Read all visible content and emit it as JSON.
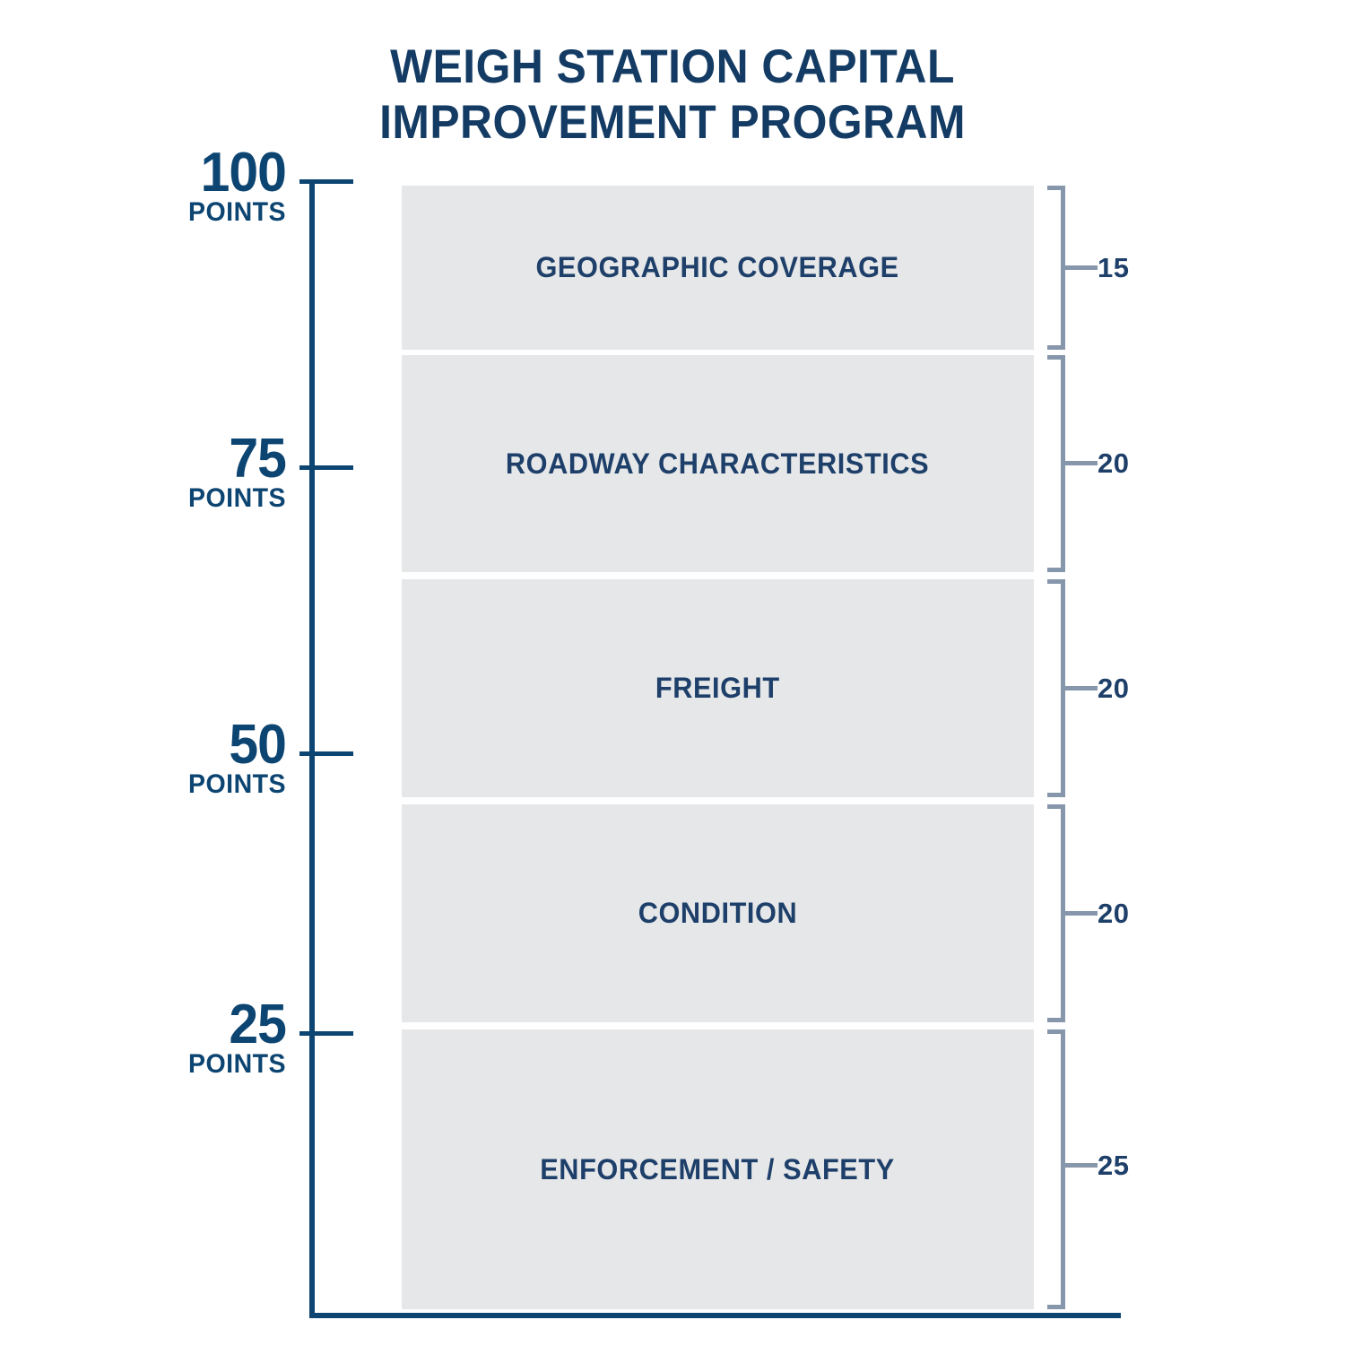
{
  "chart_data": {
    "type": "bar",
    "title": "Weigh Station Capital Improvement Program",
    "title_lines": [
      "WEIGH STATION CAPITAL",
      "IMPROVEMENT PROGRAM"
    ],
    "orientation": "vertical-stacked",
    "categories": [
      "GEOGRAPHIC COVERAGE",
      "ROADWAY CHARACTERISTICS",
      "FREIGHT",
      "CONDITION",
      "ENFORCEMENT / SAFETY"
    ],
    "values": [
      15,
      20,
      20,
      20,
      25
    ],
    "value_labels": [
      "15",
      "20",
      "20",
      "20",
      "25"
    ],
    "total": 100,
    "units": "points",
    "xlabel": "",
    "ylabel": "Points",
    "ylim": [
      0,
      100
    ],
    "grid": false,
    "legend": "none",
    "axis_ticks": [
      {
        "value": 100,
        "num": "100",
        "word": "POINTS"
      },
      {
        "value": 75,
        "num": "75",
        "word": "POINTS"
      },
      {
        "value": 50,
        "num": "50",
        "word": "POINTS"
      },
      {
        "value": 25,
        "num": "25",
        "word": "POINTS"
      }
    ],
    "colors": {
      "segment_fill": "#e6e7e9",
      "segment_text": "#1d3f69",
      "title": "#133b63",
      "axis": "#0d4572",
      "bracket": "#8696ab",
      "value_text": "#1d3f69",
      "background": "#ffffff"
    }
  },
  "segments": [
    {
      "label": "GEOGRAPHIC COVERAGE",
      "value": "15"
    },
    {
      "label": "ROADWAY CHARACTERISTICS",
      "value": "20"
    },
    {
      "label": "FREIGHT",
      "value": "20"
    },
    {
      "label": "CONDITION",
      "value": "20"
    },
    {
      "label": "ENFORCEMENT / SAFETY",
      "value": "25"
    }
  ],
  "axis": {
    "ticks": [
      {
        "num": "100",
        "word": "POINTS"
      },
      {
        "num": "75",
        "word": "POINTS"
      },
      {
        "num": "50",
        "word": "POINTS"
      },
      {
        "num": "25",
        "word": "POINTS"
      }
    ]
  },
  "title": {
    "line1": "WEIGH STATION CAPITAL",
    "line2": "IMPROVEMENT PROGRAM"
  }
}
